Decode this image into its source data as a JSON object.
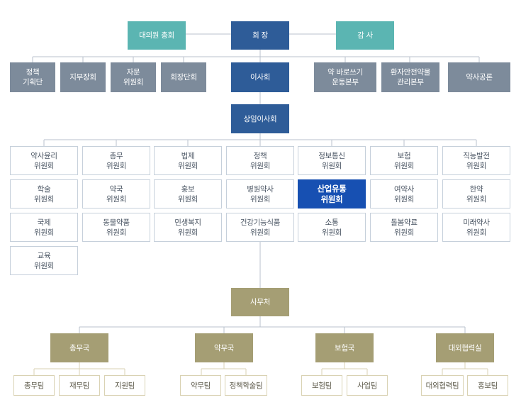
{
  "top": {
    "council": "대의원 총회",
    "president": "회 장",
    "auditor": "감 사"
  },
  "second_row": {
    "left": [
      [
        "정책",
        "기획단"
      ],
      [
        "지부장회"
      ],
      [
        "자문",
        "위원회"
      ],
      [
        "회장단회"
      ]
    ],
    "board": "이사회",
    "right": [
      [
        "약 바로쓰기",
        "운동본부"
      ],
      [
        "환자안전약물",
        "관리본부"
      ],
      [
        "약사공론"
      ]
    ]
  },
  "standing_board": "상임이사회",
  "committees": [
    [
      "약사윤리",
      "위원회"
    ],
    [
      "총무",
      "위원회"
    ],
    [
      "법제",
      "위원회"
    ],
    [
      "정책",
      "위원회"
    ],
    [
      "정보통신",
      "위원회"
    ],
    [
      "보험",
      "위원회"
    ],
    [
      "직능발전",
      "위원회"
    ],
    [
      "학술",
      "위원회"
    ],
    [
      "약국",
      "위원회"
    ],
    [
      "홍보",
      "위원회"
    ],
    [
      "병원약사",
      "위원회"
    ],
    [
      "산업유통",
      "위원회"
    ],
    [
      "여약사",
      "위원회"
    ],
    [
      "한약",
      "위원회"
    ],
    [
      "국제",
      "위원회"
    ],
    [
      "동물약품",
      "위원회"
    ],
    [
      "민생복지",
      "위원회"
    ],
    [
      "건강기능식품",
      "위원회"
    ],
    [
      "소통",
      "위원회"
    ],
    [
      "돌봄약료",
      "위원회"
    ],
    [
      "미래약사",
      "위원회"
    ],
    [
      "교육",
      "위원회"
    ]
  ],
  "highlighted_committee": "산업유통 위원회",
  "secretariat": "사무처",
  "bureaus": [
    {
      "name": "총무국",
      "teams": [
        "총무팀",
        "재무팀",
        "지원팀"
      ]
    },
    {
      "name": "약무국",
      "teams": [
        "약무팀",
        "정책학술팀"
      ]
    },
    {
      "name": "보험국",
      "teams": [
        "보험팀",
        "사업팀"
      ]
    },
    {
      "name": "대외협력실",
      "teams": [
        "대외협력팀",
        "홍보팀"
      ]
    }
  ],
  "colors": {
    "navy": "#2e5c98",
    "teal": "#5bb5b2",
    "slate": "#7d8b9b",
    "highlight": "#1750b2",
    "olive": "#a59e74",
    "line": "#b9c2cc"
  }
}
